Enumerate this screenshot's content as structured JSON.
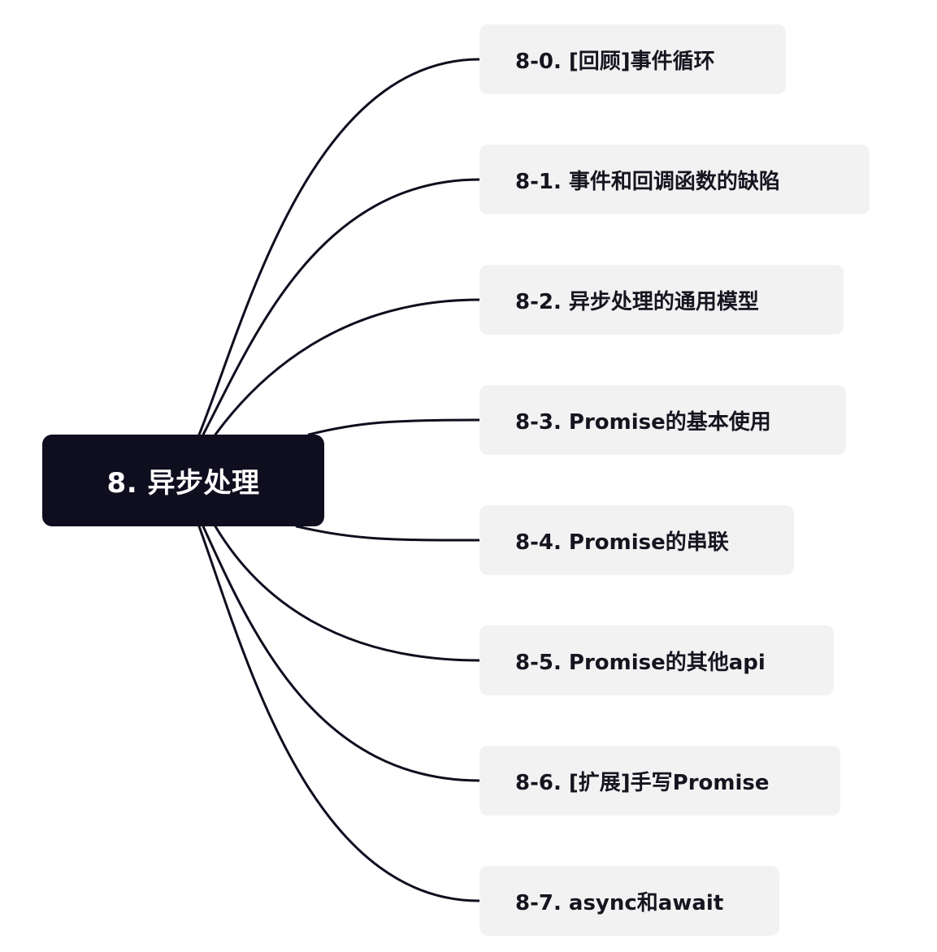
{
  "mindmap": {
    "root": {
      "label": "8. 异步处理"
    },
    "children": [
      {
        "label": "8-0. [回顾]事件循环"
      },
      {
        "label": "8-1. 事件和回调函数的缺陷"
      },
      {
        "label": "8-2. 异步处理的通用模型"
      },
      {
        "label": "8-3. Promise的基本使用"
      },
      {
        "label": "8-4. Promise的串联"
      },
      {
        "label": "8-5. Promise的其他api"
      },
      {
        "label": "8-6. [扩展]手写Promise"
      },
      {
        "label": "8-7. async和await"
      }
    ]
  },
  "colors": {
    "root_bg": "#0f0e1f",
    "root_text": "#ffffff",
    "child_bg": "#f2f2f3",
    "child_text": "#16151f",
    "connector": "#0f0e1f"
  }
}
